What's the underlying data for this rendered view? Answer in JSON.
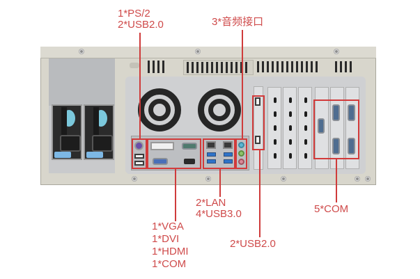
{
  "image": {
    "subject": "Industrial PC 4U chassis rear panel with annotated I/O ports",
    "accent_color": "#cf4a4a"
  },
  "labels": {
    "top_left": [
      "1*PS/2",
      "2*USB2.0"
    ],
    "top_right": [
      "3*音频接口"
    ],
    "bottom_mid": [
      "2*LAN",
      "4*USB3.0"
    ],
    "bottom_left": [
      "1*VGA",
      "1*DVI",
      "1*HDMI",
      "1*COM"
    ],
    "bottom_usb": [
      "2*USB2.0"
    ],
    "bottom_right": [
      "5*COM"
    ]
  }
}
